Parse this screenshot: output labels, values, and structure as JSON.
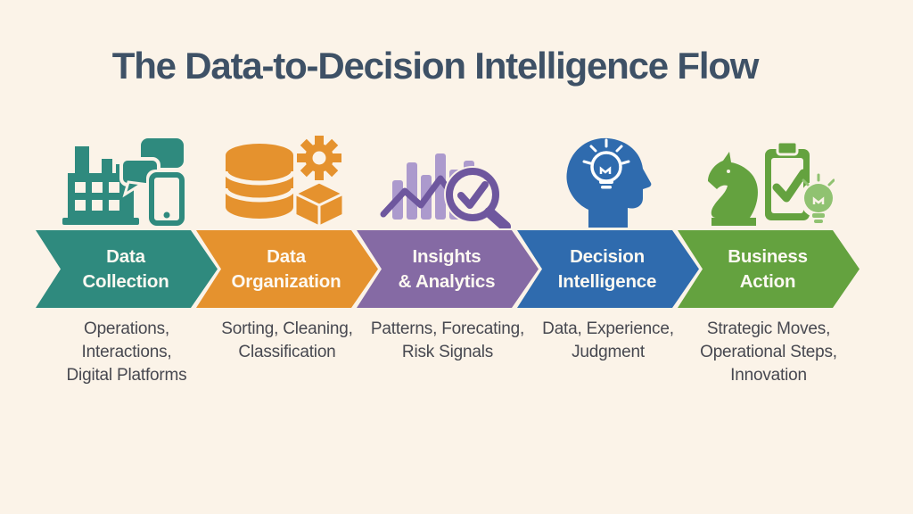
{
  "title": "The Data-to-Decision Intelligence Flow",
  "colors": {
    "background": "#FBF3E8",
    "title_text": "#3E5166",
    "description_text": "#474850",
    "arrow_label_text": "#FDF9F2"
  },
  "stages": [
    {
      "label": "Data\nCollection",
      "description": "Operations,\nInteractions,\nDigital Platforms",
      "color": "#2F8A7E",
      "accent": "#2F8A7E",
      "accent2": "#2F8A7E",
      "icon": "factory-chat-mobile-icon"
    },
    {
      "label": "Data\nOrganization",
      "description": "Sorting, Cleaning,\nClassification",
      "color": "#E5922E",
      "accent": "#E5922E",
      "accent2": "#E5922E",
      "icon": "database-gear-cube-icon"
    },
    {
      "label": "Insights\n& Analytics",
      "description": "Patterns, Forecating,\nRisk Signals",
      "color": "#856AA4",
      "accent": "#AC9ACD",
      "accent2": "#6E579E",
      "icon": "bar-chart-magnifier-check-icon"
    },
    {
      "label": "Decision\nIntelligence",
      "description": "Data, Experience,\nJudgment",
      "color": "#2F6BAE",
      "accent": "#2F6BAE",
      "accent2": "#2F6BAE",
      "icon": "head-lightbulb-icon"
    },
    {
      "label": "Business\nAction",
      "description": "Strategic Moves,\nOperational Steps,\nInnovation",
      "color": "#64A23F",
      "accent": "#90C271",
      "accent2": "#64A23F",
      "icon": "chess-knight-clipboard-bulb-icon"
    }
  ]
}
